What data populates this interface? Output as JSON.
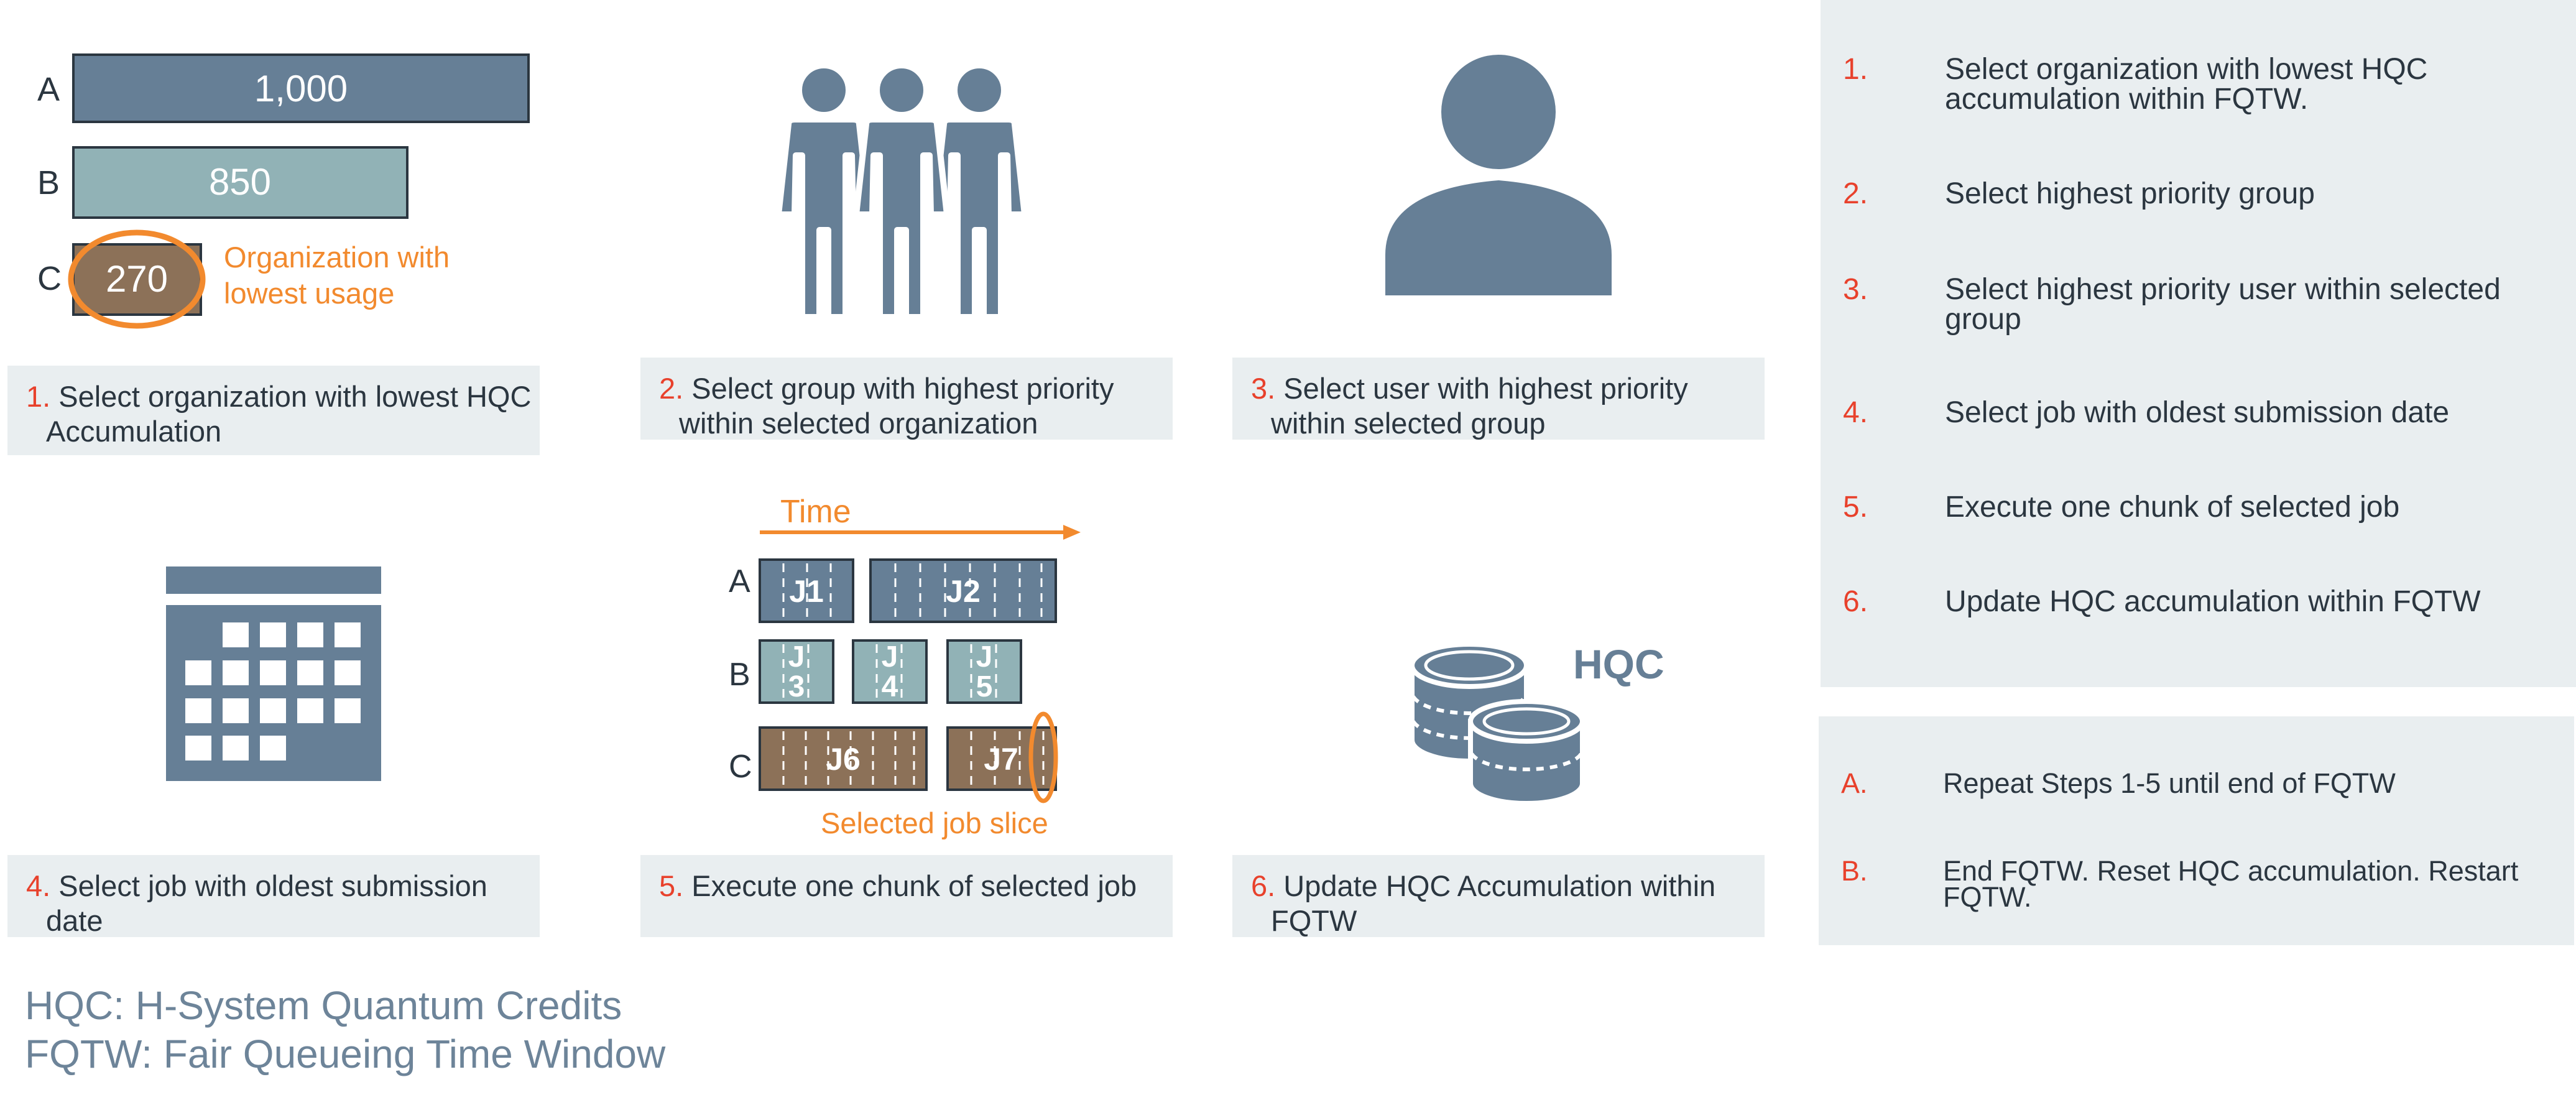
{
  "colors": {
    "slate": "#667f96",
    "teal": "#91b2b6",
    "brown": "#8c7158",
    "orange": "#f28a2e",
    "red": "#e8412c",
    "panel_bg": "#e9eef0",
    "footer_text": "#6d8499"
  },
  "bars": {
    "items": [
      {
        "label": "A",
        "value": "1,000",
        "amount": 1000
      },
      {
        "label": "B",
        "value": "850",
        "amount": 850
      },
      {
        "label": "C",
        "value": "270",
        "amount": 270
      }
    ],
    "annotation_line1": "Organization with",
    "annotation_line2": "lowest usage"
  },
  "captions": [
    {
      "num": "1.",
      "text": "Select organization with lowest HQC Accumulation"
    },
    {
      "num": "2.",
      "text": "Select group with highest priority within selected organization"
    },
    {
      "num": "3.",
      "text": "Select user with highest priority within selected group"
    },
    {
      "num": "4.",
      "text": "Select job with oldest submission date"
    },
    {
      "num": "5.",
      "text": "Execute one chunk of selected job"
    },
    {
      "num": "6.",
      "text": "Update HQC Accumulation within FQTW"
    }
  ],
  "icons": {
    "group": "people-group-icon",
    "user": "user-icon",
    "calendar": "calendar-icon",
    "coins": "coins-icon"
  },
  "schedule": {
    "time_label": "Time",
    "rows": [
      "A",
      "B",
      "C"
    ],
    "jobs": {
      "j1": "J1",
      "j2": "J2",
      "j3_line1": "J",
      "j3_line2": "3",
      "j4_line1": "J",
      "j4_line2": "4",
      "j5_line1": "J",
      "j5_line2": "5",
      "j6": "J6",
      "j7": "J7"
    },
    "selected_label": "Selected job slice"
  },
  "hqc_label": "HQC",
  "steps_panel": [
    {
      "num": "1.",
      "line1": "Select organization with lowest HQC",
      "line2": "accumulation within FQTW."
    },
    {
      "num": "2.",
      "line1": "Select highest priority group",
      "line2": ""
    },
    {
      "num": "3.",
      "line1": "Select highest priority user within selected",
      "line2": "group"
    },
    {
      "num": "4.",
      "line1": "Select job with oldest submission date",
      "line2": ""
    },
    {
      "num": "5.",
      "line1": "Execute one chunk of selected job",
      "line2": ""
    },
    {
      "num": "6.",
      "line1": "Update HQC accumulation within FQTW",
      "line2": ""
    }
  ],
  "repeat_panel": [
    {
      "num": "A.",
      "line1": "Repeat Steps 1-5 until end of FQTW",
      "line2": ""
    },
    {
      "num": "B.",
      "line1": "End FQTW. Reset HQC accumulation. Restart",
      "line2": "FQTW."
    }
  ],
  "footer": {
    "line1": "HQC: H-System Quantum Credits",
    "line2": "FQTW: Fair Queueing Time Window"
  }
}
